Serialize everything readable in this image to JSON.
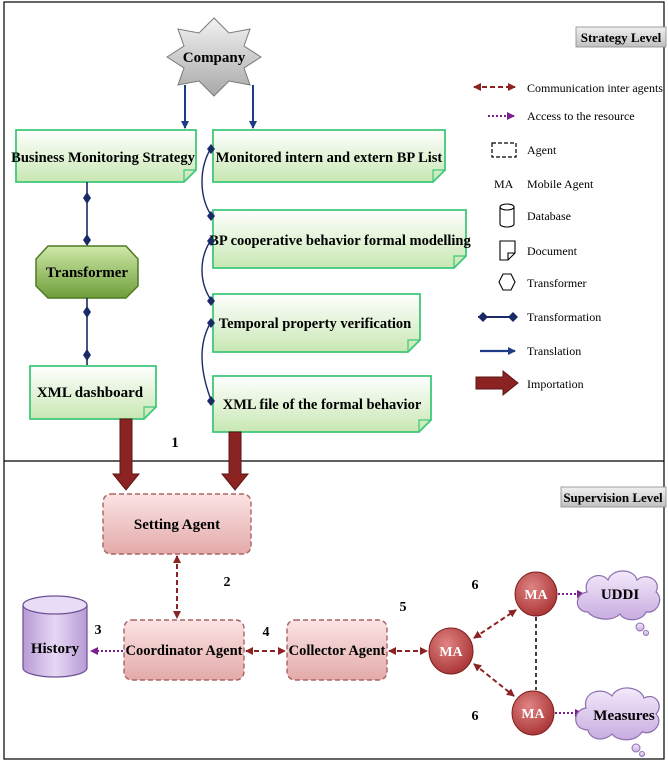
{
  "levels": {
    "strategy": "Strategy Level",
    "supervision": "Supervision Level"
  },
  "nodes": {
    "company": "Company",
    "business_monitoring": "Business Monitoring Strategy",
    "transformer": "Transformer",
    "xml_dashboard": "XML dashboard",
    "monitored_list": "Monitored intern and extern BP List",
    "bp_formal_modelling": "BP cooperative behavior formal modelling",
    "temporal_verification": "Temporal property verification",
    "xml_formal_behavior": "XML file of the formal behavior",
    "setting_agent": "Setting Agent",
    "coordinator_agent": "Coordinator Agent",
    "collector_agent": "Collector Agent",
    "history": "History",
    "ma_center": "MA",
    "ma_top": "MA",
    "ma_bottom": "MA",
    "uddi": "UDDI",
    "measures": "Measures"
  },
  "step_numbers": {
    "s1": "1",
    "s2": "2",
    "s3": "3",
    "s4": "4",
    "s5": "5",
    "s6a": "6",
    "s6b": "6"
  },
  "legend": {
    "communication": "Communication inter agents",
    "access": "Access to the resource",
    "agent": "Agent",
    "mobile_agent_abbr": "MA",
    "mobile_agent": "Mobile Agent",
    "database": "Database",
    "document": "Document",
    "transformer": "Transformer",
    "transformation": "Transformation",
    "translation": "Translation",
    "importation": "Importation"
  },
  "colors": {
    "doc_fill": "#d9efc9",
    "doc_border": "#3fc87a",
    "agent_fill": "#f0c9c9",
    "agent_border": "#a86464",
    "ma_fill": "#c24a4a",
    "cloud_fill": "#ddc8ee",
    "db_fill": "#cdb7e6",
    "navy": "#1f3a87",
    "diamond": "#1a2a66",
    "dark_red": "#8b2323",
    "purple": "#7a1f8f",
    "transformer_fill": "#8fbf5a",
    "company_fill": "#c9c9c9"
  }
}
